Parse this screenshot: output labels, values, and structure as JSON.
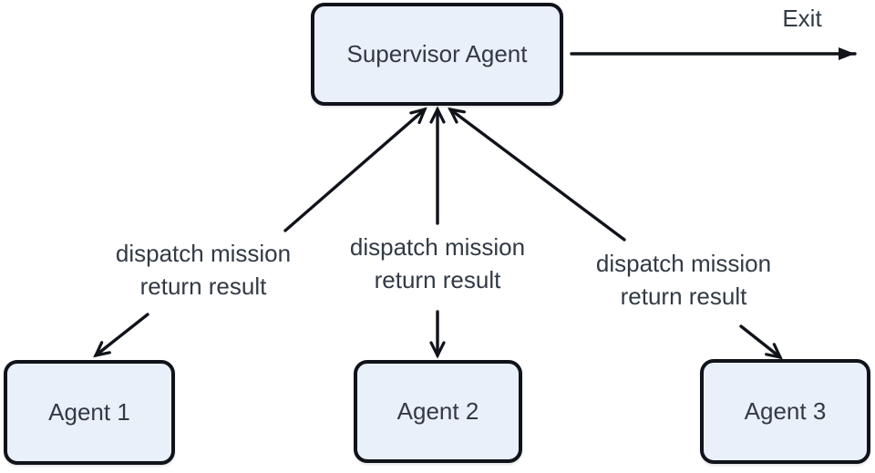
{
  "nodes": {
    "supervisor": {
      "label": "Supervisor Agent"
    },
    "agent1": {
      "label": "Agent 1"
    },
    "agent2": {
      "label": "Agent 2"
    },
    "agent3": {
      "label": "Agent 3"
    }
  },
  "edges": [
    {
      "from": "Supervisor Agent",
      "to": "Agent 1",
      "label_line1": "dispatch mission",
      "label_line2": "return result"
    },
    {
      "from": "Supervisor Agent",
      "to": "Agent 2",
      "label_line1": "dispatch mission",
      "label_line2": "return result"
    },
    {
      "from": "Supervisor Agent",
      "to": "Agent 3",
      "label_line1": "dispatch mission",
      "label_line2": "return result"
    }
  ],
  "exit": {
    "label": "Exit"
  },
  "colors": {
    "node_fill": "#e9f0fa",
    "node_border": "#10131a",
    "text": "#323a45",
    "arrow": "#10131a",
    "background": "#ffffff"
  }
}
